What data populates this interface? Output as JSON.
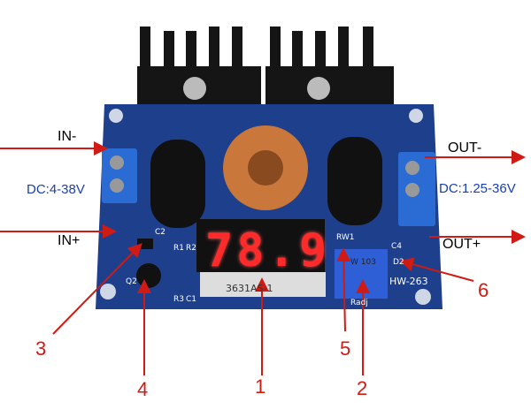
{
  "labels": {
    "in_minus": "IN-",
    "in_plus": "IN+",
    "out_minus": "OUT-",
    "out_plus": "OUT+",
    "input_range": "DC:4-38V",
    "output_range": "DC:1.25-36V"
  },
  "board": {
    "display_value": "78.9",
    "display_part": "3631AS-1",
    "model": "HW-263",
    "pot_label": "RW1",
    "pot_code": "W 103",
    "adj_label": "Radj",
    "silk": [
      "C2",
      "R1",
      "R2",
      "Q2",
      "R3",
      "C1",
      "C4",
      "D2"
    ]
  },
  "callouts": [
    "1",
    "2",
    "3",
    "4",
    "5",
    "6"
  ],
  "colors": {
    "arrow": "#d01a14",
    "pcb": "#1d3f8c",
    "text_blue": "#1a3fae"
  }
}
